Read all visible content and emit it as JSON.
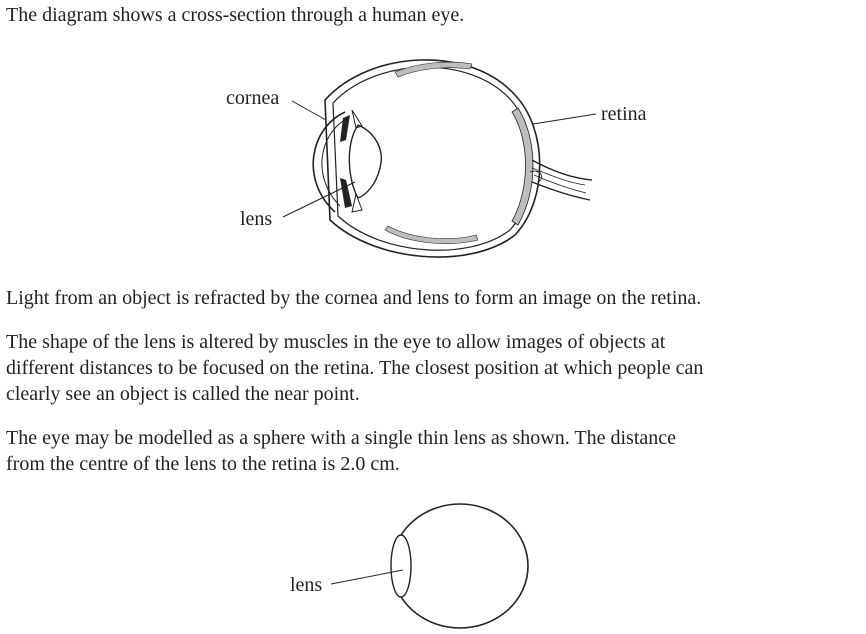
{
  "text": {
    "intro": "The diagram shows a cross-section through a human eye.",
    "light": "Light from an object is refracted by the cornea and lens to form an image on the retina.",
    "shape": "The shape of the lens is altered by muscles in the eye to allow images of objects at\ndifferent distances to be focused on the retina.  The closest position at which people can\nclearly see an object is called the near point.",
    "model": "The eye may be modelled as a sphere with a single thin lens as shown.  The distance\nfrom the centre of the lens to the retina is 2.0 cm."
  },
  "eye_diagram": {
    "labels": {
      "cornea": "cornea",
      "lens": "lens",
      "retina": "retina"
    }
  },
  "model_diagram": {
    "labels": {
      "lens": "lens"
    }
  }
}
